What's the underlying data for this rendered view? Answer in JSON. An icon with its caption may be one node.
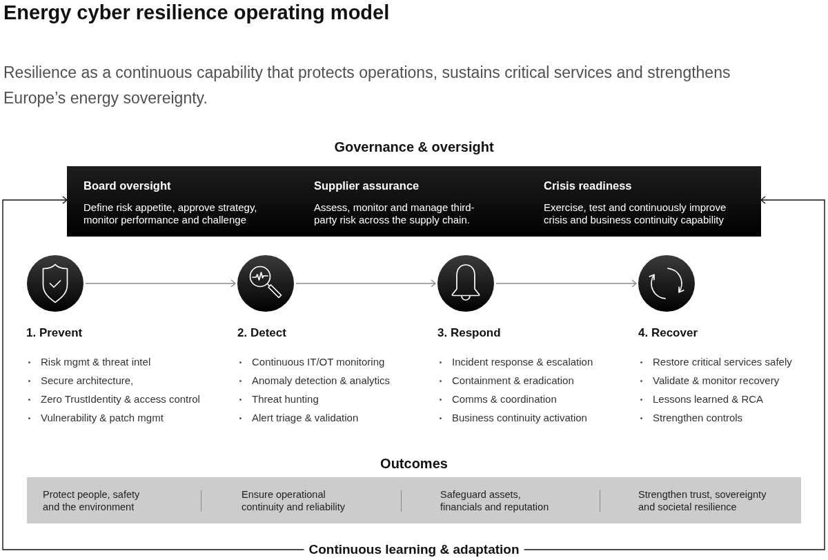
{
  "diagram": {
    "title": "Energy cyber resilience operating model",
    "caption": "Resilience as a continuous capability that protects operations, sustains critical services and strengthens Europe’s energy sovereignty.",
    "nodes": [
      {
        "text": [
          "Governance & oversight",
          "Board oversight",
          "Define risk appetite, approve strategy, monitor performance and challenge",
          "Supplier assurance",
          "Assess, monitor and manage third-party risk across the supply chain.",
          "Crisis readiness",
          "Exercise, test and continuously improve crisis and business continuity capability"
        ]
      },
      {
        "text": [],
        "shape": "circle",
        "beside": [
          "1. Prevent",
          "Risk mgmt & threat intel",
          "Secure architecture,",
          "Zero TrustIdentity & access control",
          "Vulnerability & patch mgmt"
        ]
      },
      {
        "text": [],
        "shape": "circle",
        "beside": [
          "2. Detect",
          "Continuous IT/OT monitoring",
          "Anomaly detection & analytics",
          "Threat hunting",
          "Alert triage & validation"
        ]
      },
      {
        "text": [],
        "shape": "circle",
        "beside": [
          "3. Respond",
          "Incident response & escalation",
          "Containment & eradication",
          "Comms & coordination",
          "Business continuity activation"
        ]
      },
      {
        "text": [],
        "shape": "circle",
        "beside": [
          "4. Recover",
          "Restore critical services safely",
          "Validate & monitor recovery",
          "Lessons learned & RCA",
          "Strengthen controls"
        ]
      },
      {
        "text": [
          "Outcomes",
          "Protect people, safety and the environment",
          "Ensure operational continuity and reliability",
          "Safeguard assets, financials and reputation",
          "Strengthen trust, sovereignty and societal resilience"
        ]
      },
      {
        "text": [
          "Continuous learning & adaptation"
        ]
      }
    ],
    "edges": [
      {
        "from": 1,
        "to": 2,
        "arrow": "to"
      },
      {
        "from": 2,
        "to": 3,
        "arrow": "to"
      },
      {
        "from": 3,
        "to": 4,
        "arrow": "to"
      },
      {
        "from": 6,
        "to": 0,
        "arrow": "to",
        "color": "#111111"
      },
      {
        "from": 6,
        "to": 0,
        "arrow": "to",
        "color": "#111111"
      }
    ]
  }
}
